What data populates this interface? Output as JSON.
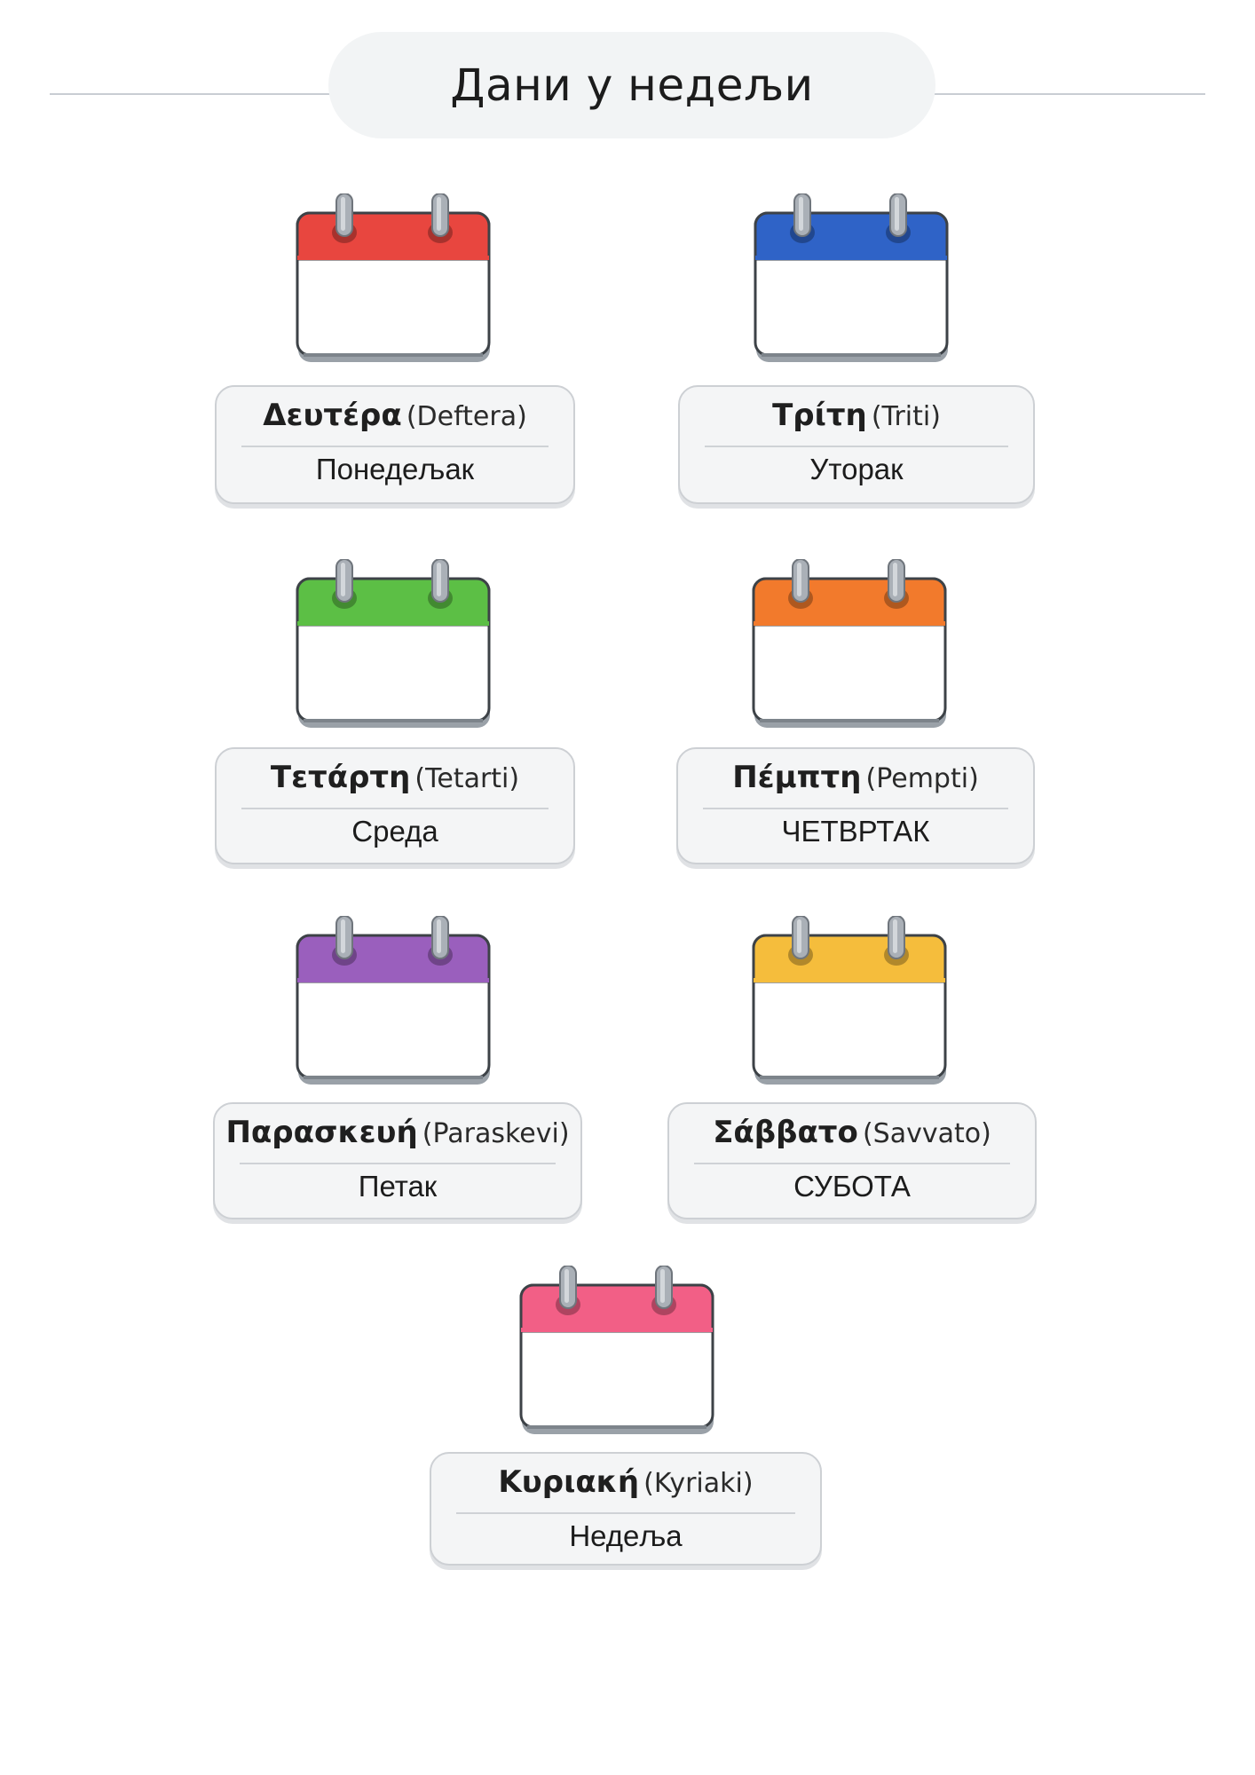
{
  "page": {
    "title": "Дани у недељи"
  },
  "days": [
    {
      "greek": "Δευτέρα",
      "translit": "(Deftera)",
      "serbian": "Понедељак",
      "color": "#e8463f"
    },
    {
      "greek": "Τρίτη",
      "translit": "(Triti)",
      "serbian": "Уторак",
      "color": "#2f63c7"
    },
    {
      "greek": "Τετάρτη",
      "translit": "(Tetarti)",
      "serbian": "Среда",
      "color": "#5cbf45"
    },
    {
      "greek": "Πέμπτη",
      "translit": "(Pempti)",
      "serbian": "ЧЕТВРТАК",
      "color": "#f27a2c"
    },
    {
      "greek": "Παρασκευή",
      "translit": "(Paraskevi)",
      "serbian": "Петак",
      "color": "#9a5fbd"
    },
    {
      "greek": "Σάββατο",
      "translit": "(Savvato)",
      "serbian": "СУБОТА",
      "color": "#f5bd3c"
    },
    {
      "greek": "Κυριακή",
      "translit": "(Kyriaki)",
      "serbian": "Недеља",
      "color": "#f25f86"
    }
  ]
}
